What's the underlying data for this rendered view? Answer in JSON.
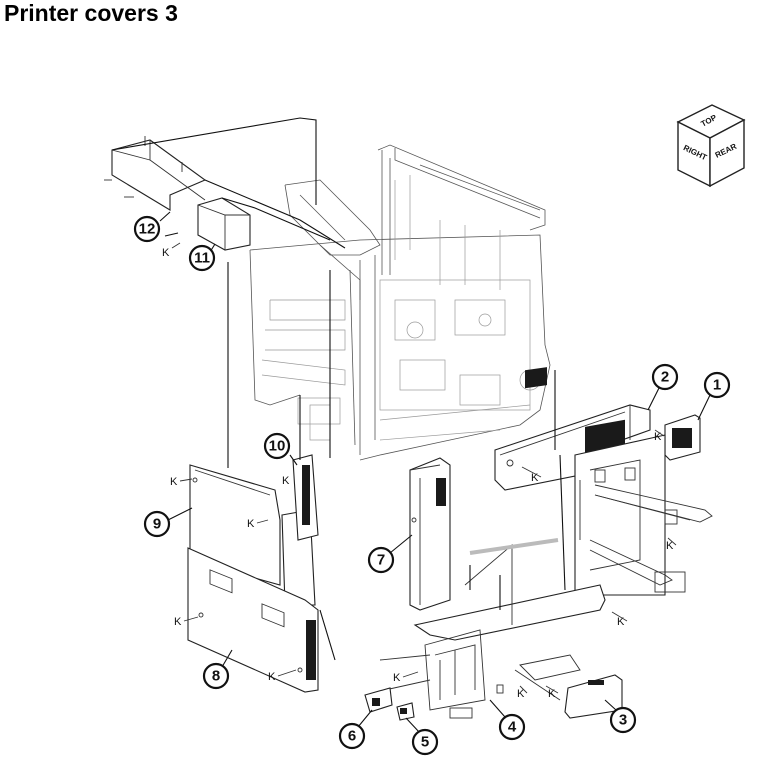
{
  "page": {
    "title": "Printer covers 3"
  },
  "orientation": {
    "top": "TOP",
    "right": "RIGHT",
    "rear": "REAR"
  },
  "callouts": [
    {
      "id": "1",
      "label": "1"
    },
    {
      "id": "2",
      "label": "2"
    },
    {
      "id": "3",
      "label": "3"
    },
    {
      "id": "4",
      "label": "4"
    },
    {
      "id": "5",
      "label": "5"
    },
    {
      "id": "6",
      "label": "6"
    },
    {
      "id": "7",
      "label": "7"
    },
    {
      "id": "8",
      "label": "8"
    },
    {
      "id": "9",
      "label": "9"
    },
    {
      "id": "10",
      "label": "10"
    },
    {
      "id": "11",
      "label": "11"
    },
    {
      "id": "12",
      "label": "12"
    }
  ],
  "screw_label": "K"
}
